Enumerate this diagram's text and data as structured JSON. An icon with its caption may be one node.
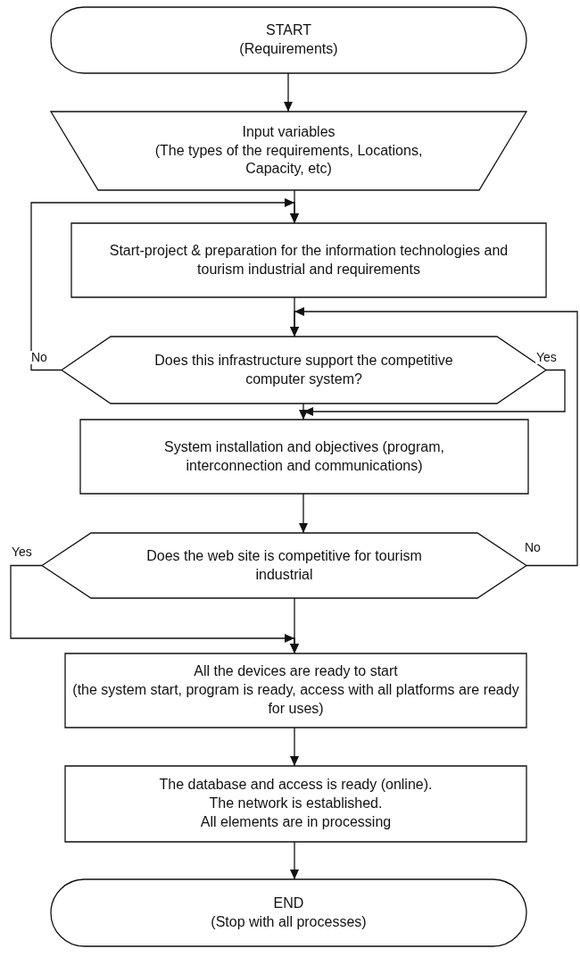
{
  "diagram": {
    "nodes": [
      {
        "text": [
          "START",
          "(Requirements)"
        ]
      },
      {
        "text": [
          "Input variables",
          "(The types of the requirements, Locations, Capacity, etc)"
        ]
      },
      {
        "text": [
          "Start-project & preparation for the information technologies and tourism industrial and requirements"
        ]
      },
      {
        "text": [
          "Does this infrastructure support the competitive computer system?"
        ]
      },
      {
        "text": [
          "System installation and objectives (program, interconnection and communications)"
        ]
      },
      {
        "text": [
          "Does the web site is competitive for tourism industrial"
        ]
      },
      {
        "text": [
          "All the devices are ready to start",
          "(the system start, program is ready, access with all platforms are ready for uses)"
        ]
      },
      {
        "text": [
          "The database and access is ready (online).",
          "The network is established.",
          "All elements are in processing"
        ]
      },
      {
        "text": [
          "END",
          "(Stop with all processes)"
        ]
      }
    ],
    "edges": [
      {
        "from": 0,
        "to": 1,
        "arrow": "to"
      },
      {
        "from": 1,
        "to": 2,
        "arrow": "to"
      },
      {
        "from": 3,
        "to": 2,
        "arrow": "to",
        "label": "No"
      },
      {
        "from": 2,
        "to": 3,
        "arrow": "to"
      },
      {
        "from": 5,
        "to": 3,
        "arrow": "to",
        "label": "No"
      },
      {
        "from": 3,
        "to": 4,
        "arrow": "none"
      },
      {
        "from": 3,
        "to": 4,
        "arrow": "to",
        "label": "Yes"
      },
      {
        "from": 4,
        "to": 5,
        "arrow": "to"
      },
      {
        "from": 5,
        "to": 6,
        "arrow": "to"
      },
      {
        "from": 5,
        "to": 6,
        "arrow": "to",
        "label": "Yes"
      },
      {
        "from": 6,
        "to": 7,
        "arrow": "to"
      },
      {
        "from": 7,
        "to": 8,
        "arrow": "to"
      }
    ]
  }
}
